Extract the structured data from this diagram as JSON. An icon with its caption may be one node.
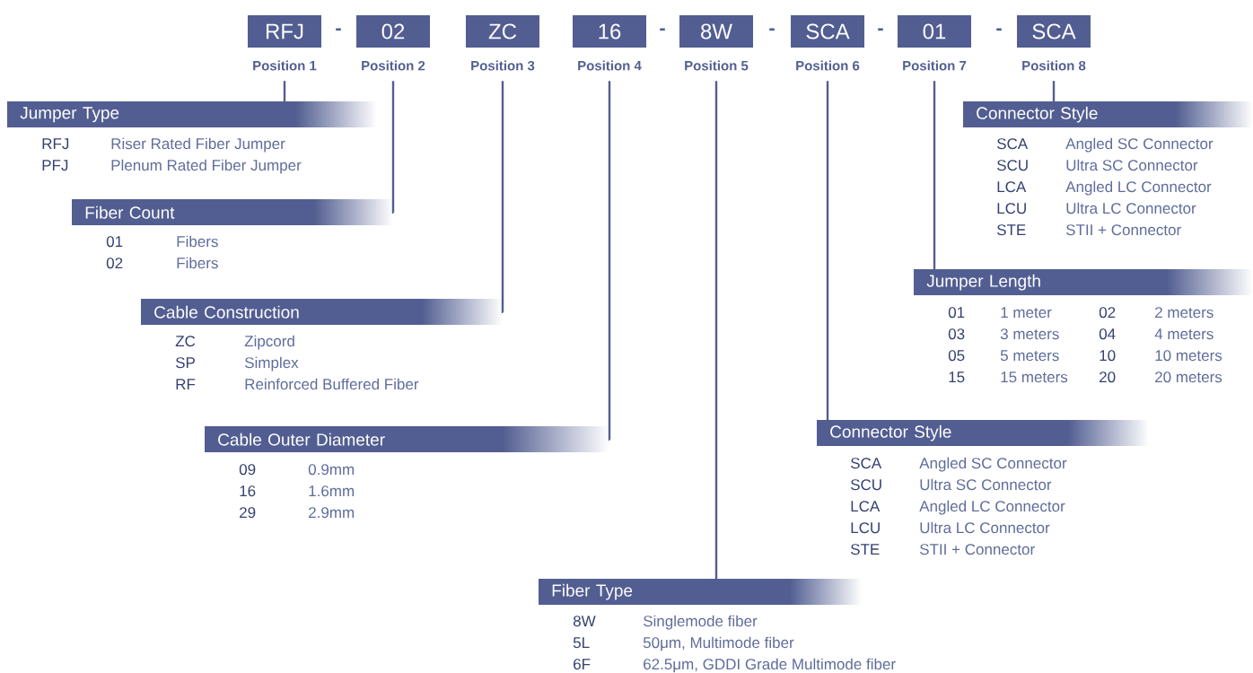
{
  "diagram": {
    "nodes": [
      {
        "text": [
          "RFJ"
        ],
        "beside": [
          "Position 1"
        ]
      },
      {
        "text": [
          "02"
        ],
        "beside": [
          "Position 2"
        ]
      },
      {
        "text": [
          "ZC"
        ],
        "beside": [
          "Position 3"
        ]
      },
      {
        "text": [
          "16"
        ],
        "beside": [
          "Position 4"
        ]
      },
      {
        "text": [
          "8W"
        ],
        "beside": [
          "Position 5"
        ]
      },
      {
        "text": [
          "SCA"
        ],
        "beside": [
          "Position 6"
        ]
      },
      {
        "text": [
          "01"
        ],
        "beside": [
          "Position 7"
        ]
      },
      {
        "text": [
          "SCA"
        ],
        "beside": [
          "Position 8"
        ]
      },
      {
        "text": [
          "Jumper Type"
        ],
        "beside": [
          "RFJ",
          "Riser Rated Fiber Jumper",
          "PFJ",
          "Plenum Rated Fiber Jumper"
        ]
      },
      {
        "text": [
          "Fiber Count"
        ],
        "beside": [
          "01",
          "Fibers",
          "02",
          "Fibers"
        ]
      },
      {
        "text": [
          "Cable Construction"
        ],
        "beside": [
          "ZC",
          "Zipcord",
          "SP",
          "Simplex",
          "RF",
          "Reinforced Buffered Fiber"
        ]
      },
      {
        "text": [
          "Cable Outer Diameter"
        ],
        "beside": [
          "09",
          "0.9mm",
          "16",
          "1.6mm",
          "29",
          "2.9mm"
        ]
      },
      {
        "text": [
          "Fiber Type"
        ],
        "beside": [
          "8W",
          "Singlemode fiber",
          "5L",
          "50μm, Multimode fiber",
          "6F",
          "62.5μm, GDDI Grade Multimode fiber"
        ]
      },
      {
        "text": [
          "Connector Style"
        ],
        "beside": [
          "SCA",
          "Angled SC Connector",
          "SCU",
          "Ultra SC Connector",
          "LCA",
          "Angled LC Connector",
          "LCU",
          "Ultra LC Connector",
          "STE",
          "STII + Connector"
        ]
      },
      {
        "text": [
          "Jumper Length"
        ],
        "beside": [
          "01",
          "1 meter",
          "02",
          "2 meters",
          "03",
          "3 meters",
          "04",
          "4 meters",
          "05",
          "5 meters",
          "10",
          "10 meters",
          "15",
          "15 meters",
          "20",
          "20 meters"
        ]
      },
      {
        "text": [
          "Connector Style"
        ],
        "beside": [
          "SCA",
          "Angled SC Connector",
          "SCU",
          "Ultra SC Connector",
          "LCA",
          "Angled LC Connector",
          "LCU",
          "Ultra LC Connector",
          "STE",
          "STII + Connector"
        ]
      }
    ],
    "edges": [
      {
        "from": 0,
        "to": 8,
        "arrow": "none"
      },
      {
        "from": 1,
        "to": 9,
        "arrow": "none"
      },
      {
        "from": 2,
        "to": 10,
        "arrow": "none"
      },
      {
        "from": 3,
        "to": 11,
        "arrow": "none"
      },
      {
        "from": 4,
        "to": 12,
        "arrow": "none"
      },
      {
        "from": 5,
        "to": 13,
        "arrow": "none"
      },
      {
        "from": 6,
        "to": 14,
        "arrow": "none"
      },
      {
        "from": 7,
        "to": 15,
        "arrow": "none"
      }
    ],
    "labels": [
      "-",
      "-",
      "-",
      "-",
      "-"
    ]
  }
}
